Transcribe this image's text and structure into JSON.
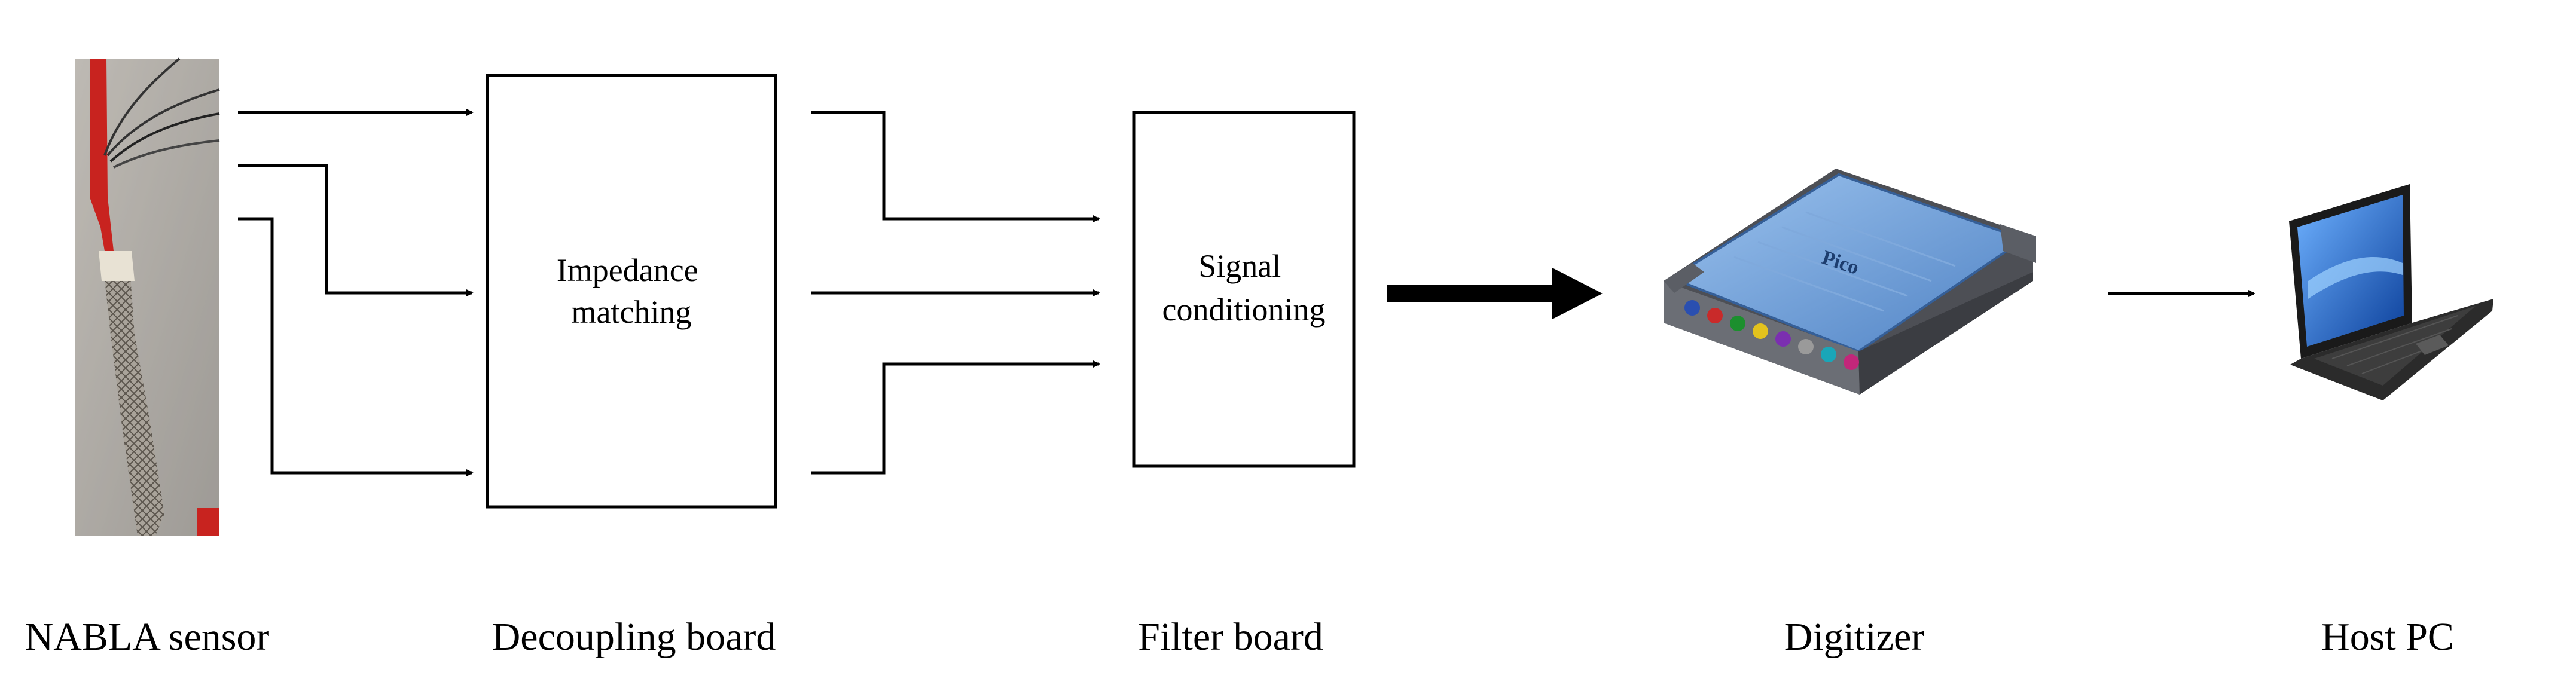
{
  "blocks": {
    "impedance": {
      "line1": "Impedance",
      "line2": "matching"
    },
    "signal": {
      "line1": "Signal",
      "line2": "conditioning"
    }
  },
  "captions": {
    "sensor": "NABLA sensor",
    "decoupling": "Decoupling board",
    "filter": "Filter board",
    "digitizer": "Digitizer",
    "host": "Host PC"
  },
  "icons": {
    "sensor": "sensor-photo-icon",
    "digitizer": "oscilloscope-digitizer-icon",
    "host": "laptop-icon",
    "brand_text": "Pico"
  },
  "colors": {
    "line": "#000000",
    "sensor_cable": "#c8231f",
    "digitizer_body": "#5f90cf",
    "laptop_screen": "#1f6fcf"
  }
}
